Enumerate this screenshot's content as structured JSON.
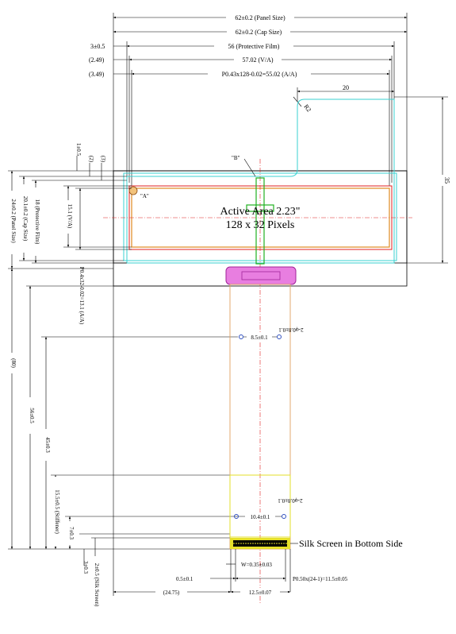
{
  "top_dims": {
    "panel_size": "62±0.2 (Panel Size)",
    "cap_size": "62±0.2 (Cap Size)",
    "film_offset": "3±0.5",
    "protective_film": "56 (Protective Film)",
    "va_offset": "(2.49)",
    "va": "57.02 (V/A)",
    "aa_offset": "(3.49)",
    "aa": "P0.43x128-0.02=55.02 (A/A)",
    "tab_width": "20",
    "radius": "R2",
    "height_35": "35"
  },
  "left_dims": {
    "d1": "1±0.5",
    "d2": "(2)",
    "d3": "(3)",
    "film_h": "18 (Protective Film)",
    "cap_h": "20.1±0.2 (Cap Size)",
    "panel_h": "24±0.2 (Panel Size)",
    "va_h": "15.1 (V/A)",
    "aa_h": "P0.4x32-0.02=13.1 (A/A)",
    "total_80": "(80)",
    "fpc_56": "56±0.5",
    "fpc_45": "45±0.3",
    "stiffener": "15.5±0.5 (Stiffener)",
    "d7": "7±0.3",
    "d3b": "3±0.3",
    "silk_screen": "2±0.5 (Silk Screen)"
  },
  "markers": {
    "a": "\"A\"",
    "b": "\"B\""
  },
  "display": {
    "title": "Active Area 2.23\"",
    "subtitle": "128 x 32 Pixels"
  },
  "fpc_dims": {
    "hole_gap_1": "8.5±0.1",
    "hole_note_1": "2-φ0.8±0.1",
    "hole_gap_2": "10.4±0.1",
    "hole_note_2": "2-φ0.8±0.1",
    "silk_note": "Silk Screen in Bottom Side",
    "w": "W=0.35±0.03",
    "pitch_left": "0.5±0.1",
    "pitch": "P0.50x(24-1)=11.5±0.05",
    "offset_left": "(24.75)",
    "fpc_width": "12.5±0.07"
  }
}
